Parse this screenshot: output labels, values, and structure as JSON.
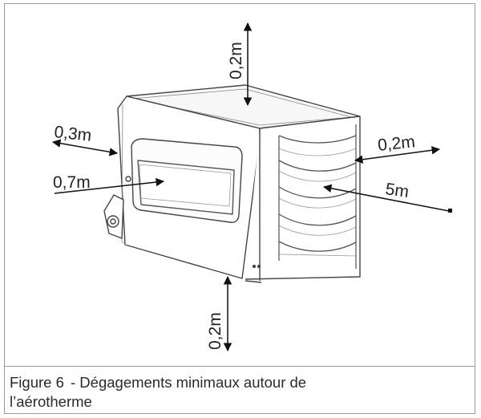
{
  "figure": {
    "label": "Figure 6",
    "caption_line1": "- Dégagements minimaux autour de",
    "caption_line2": "l’aérotherme"
  },
  "dimensions": {
    "top": "0,2m",
    "left": "0,3m",
    "front": "0,7m",
    "right": "0,2m",
    "throw": "5m",
    "bottom": "0,2m"
  }
}
